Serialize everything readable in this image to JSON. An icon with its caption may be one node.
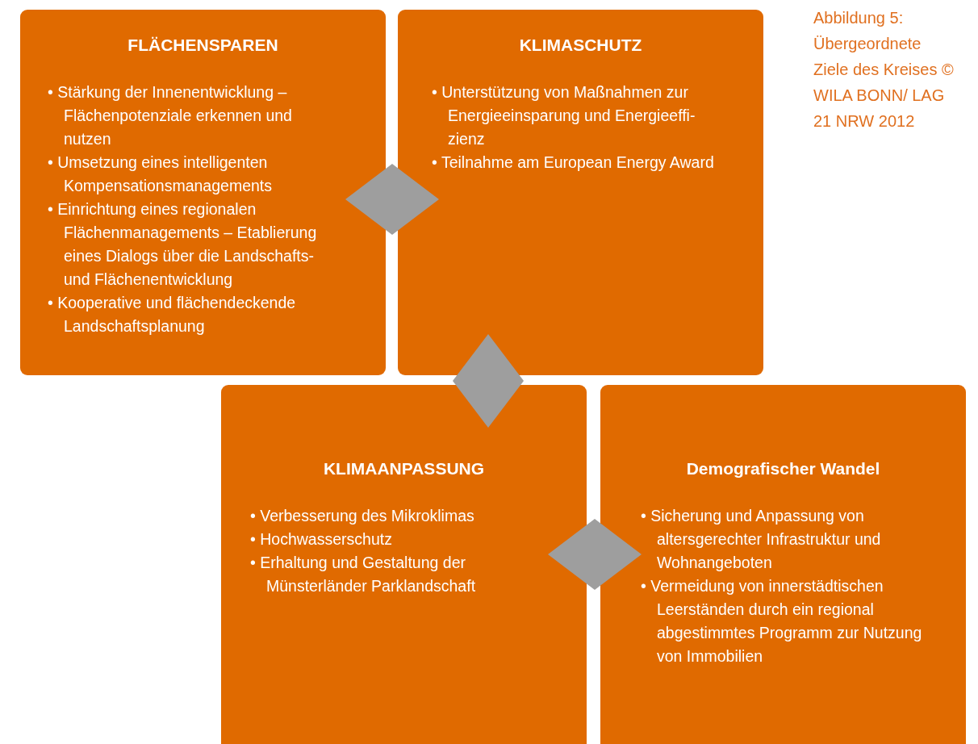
{
  "diagram": {
    "caption": "Abbildung 5: Übergeordnete Ziele des Kreises © WILA BONN/ LAG 21 NRW 2012",
    "nodes": [
      {
        "text": [
          "FLÄCHENSPAREN",
          "• Stärkung der Innenentwicklung – Flächenpotenziale erkennen und nutzen",
          "• Umsetzung eines intelligenten Kompensationsmanagements",
          "• Einrichtung eines regionalen Flächenmanagements – Etablierung eines Dialogs über die Landschafts- und Flächenentwicklung",
          "• Kooperative und flächendeckende Landschaftsplanung"
        ]
      },
      {
        "text": [
          "KLIMASCHUTZ",
          "• Unterstützung von Maßnahmen zur Energieeinsparung und Energieeffi- zienz",
          "• Teilnahme am European Energy Award"
        ]
      },
      {
        "text": [],
        "shape": "diamond"
      },
      {
        "text": [],
        "shape": "diamond"
      },
      {
        "text": [
          "KLIMAANPASSUNG",
          "• Verbesserung des Mikroklimas",
          "• Hochwasserschutz",
          "• Erhaltung und Gestaltung der Münsterländer Parklandschaft"
        ]
      },
      {
        "text": [
          "Demografischer Wandel",
          "• Sicherung und Anpassung von altersgerechter Infrastruktur und Wohnangeboten",
          "• Vermeidung von innerstädtischen Leerständen durch ein regional abgestimmtes Programm zur Nutzung von Immobilien"
        ]
      },
      {
        "text": [],
        "shape": "diamond"
      }
    ]
  }
}
